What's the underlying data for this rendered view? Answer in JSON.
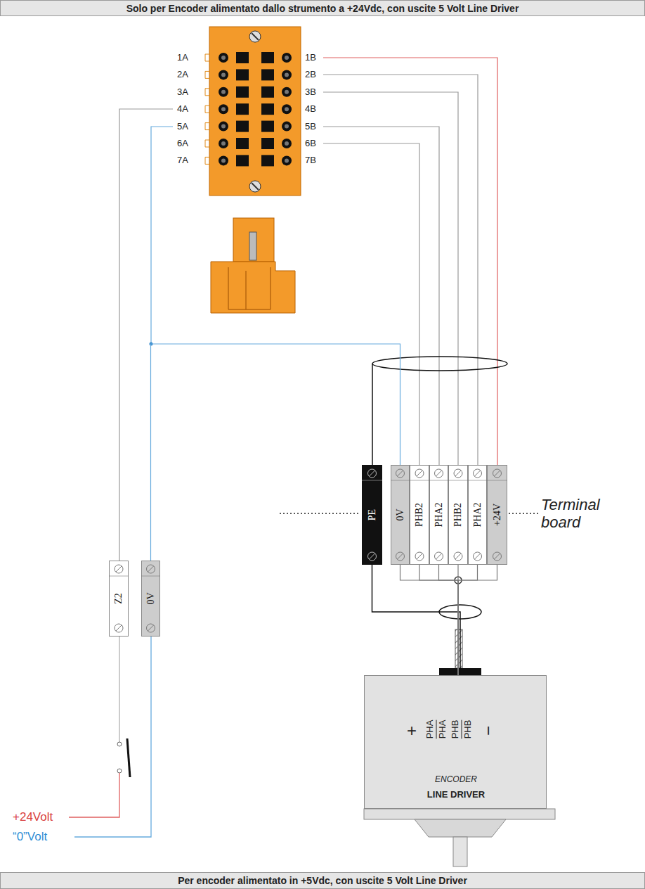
{
  "diagram": {
    "title": "Solo per Encoder alimentato dallo strumento a +24Vdc, con uscite 5 Volt Line Driver",
    "caption": "Per encoder alimentato in +5Vdc, con uscite 5 Volt Line Driver",
    "nodes": [
      {
        "text": [
          "PE"
        ]
      },
      {
        "text": [
          "0V"
        ]
      },
      {
        "text": [
          "PHB2"
        ]
      },
      {
        "text": [
          "PHA2"
        ]
      },
      {
        "text": [
          "PHB2"
        ]
      },
      {
        "text": [
          "PHA2"
        ]
      },
      {
        "text": [
          "+24V"
        ]
      },
      {
        "text": [
          "Z2"
        ]
      },
      {
        "text": [
          "0V"
        ]
      },
      {
        "text": [
          "+",
          "PHA",
          "PHA",
          "PHB",
          "PHB",
          "−",
          "ENCODER",
          "LINE DRIVER"
        ]
      }
    ],
    "edges": [
      {
        "from": 9,
        "to": 0,
        "arrow": "none"
      },
      {
        "from": 9,
        "to": 1,
        "arrow": "none"
      },
      {
        "from": 9,
        "to": 2,
        "arrow": "none"
      },
      {
        "from": 9,
        "to": 3,
        "arrow": "none"
      },
      {
        "from": 9,
        "to": 4,
        "arrow": "none"
      },
      {
        "from": 9,
        "to": 5,
        "arrow": "none"
      },
      {
        "from": 9,
        "to": 6,
        "arrow": "none"
      },
      {
        "from": 8,
        "to": 1,
        "arrow": "none"
      }
    ],
    "labels": [
      "1A",
      "2A",
      "3A",
      "4A",
      "5A",
      "6A",
      "7A",
      "1B",
      "2B",
      "3B",
      "4B",
      "5B",
      "6B",
      "7B",
      "Terminal board",
      "+24Volt",
      "“0”Volt"
    ]
  }
}
